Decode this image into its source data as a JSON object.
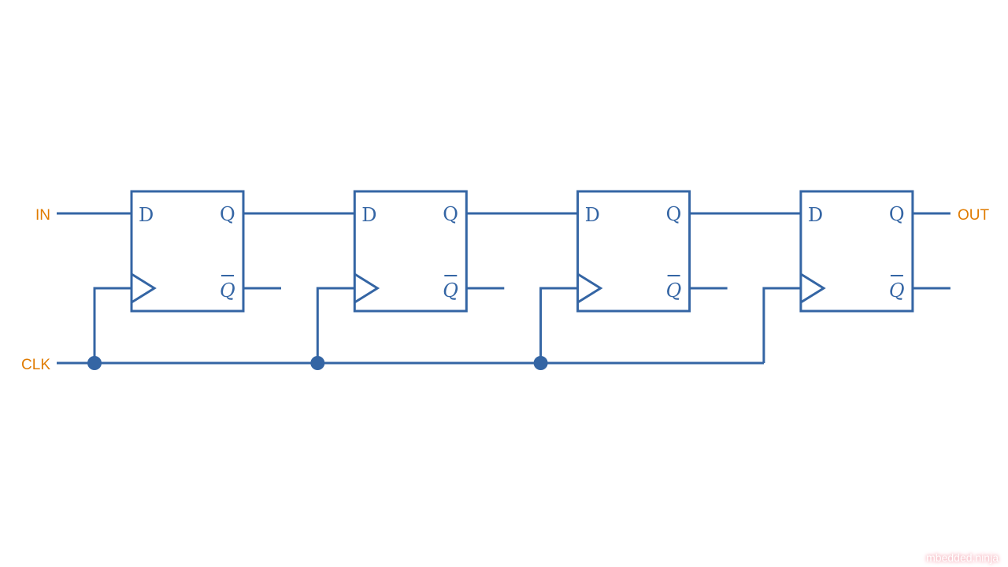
{
  "title": "4-bit shift register (D flip-flops)",
  "colors": {
    "wire": "#3465a4",
    "label": "#e07b00"
  },
  "labels": {
    "input": "IN",
    "clock": "CLK",
    "output": "OUT"
  },
  "flipflop": {
    "d": "D",
    "q": "Q",
    "qbar": "Q"
  },
  "flipflop_count": 4,
  "watermark": "mbedded.ninja"
}
